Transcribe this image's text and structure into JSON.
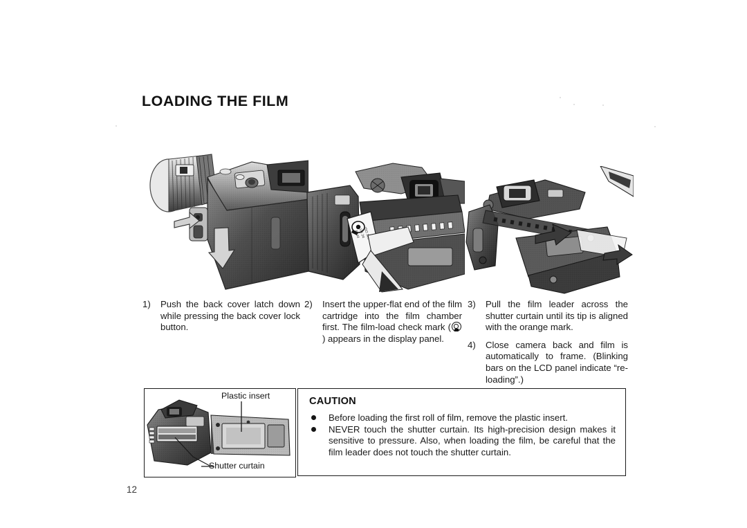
{
  "document": {
    "heading": "LOADING THE FILM",
    "page_number": "12"
  },
  "steps": [
    {
      "number": "1)",
      "text": "Push the back cover latch down while pressing the back cover lock button."
    },
    {
      "number": "2)",
      "text_before_mark": "Insert the upper-flat end of the film cartridge into the film chamber first. The film-load check mark (",
      "text_after_mark": ") appears in the display panel.",
      "mark_icon": "film-load-check-mark-icon"
    },
    {
      "number": "3)",
      "text": "Pull the film leader across the shutter curtain until its tip is aligned with the orange mark."
    },
    {
      "number": "4)",
      "text": "Close camera back and film is automatically to frame. (Blinking bars on the LCD panel indicate “re-loading”.)"
    }
  ],
  "inset": {
    "label_plastic_insert": "Plastic insert",
    "label_shutter_curtain": "Shutter curtain",
    "illustration_name": "camera-back-open-illustration"
  },
  "caution": {
    "title": "CAUTION",
    "items": [
      "Before loading the first roll of film, remove the plastic insert.",
      "NEVER touch the shutter curtain. Its high-precision design makes it sensitive to pressure. Also, when loading the film, be careful that the film leader does not touch the shutter curtain."
    ]
  },
  "illustrations": [
    {
      "name": "camera-back-latch-illustration"
    },
    {
      "name": "camera-film-cartridge-insert-illustration"
    },
    {
      "name": "camera-film-leader-across-shutter-illustration"
    }
  ],
  "colors": {
    "page_background": "#ffffff",
    "text": "#1a1a1a",
    "rule": "#1a1a1a"
  }
}
